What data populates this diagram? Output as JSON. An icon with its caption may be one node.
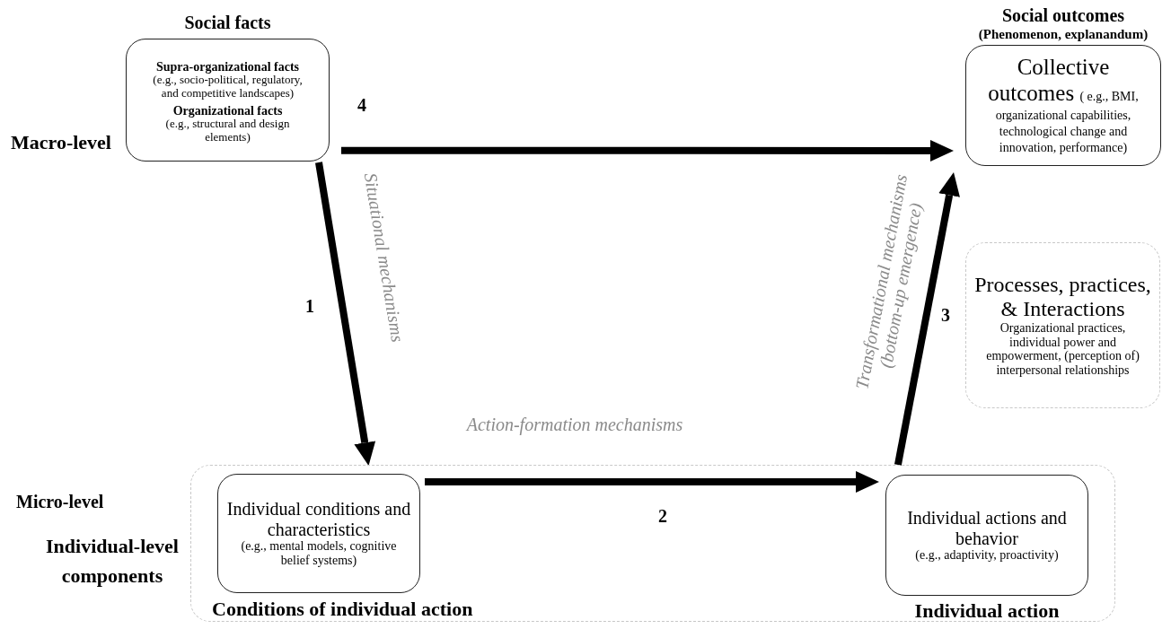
{
  "diagram": {
    "nodes": [
      {
        "text": [
          "Social facts",
          "Supra-organizational facts",
          "(e.g., socio-political, regulatory, and competitive landscapes)",
          "Organizational facts",
          "(e.g., structural and design elements)"
        ]
      },
      {
        "text": [
          "Social outcomes",
          "(Phenomenon, explanandum)",
          "Collective outcomes",
          "( e.g., BMI, organizational capabilities, technological change and innovation, performance)"
        ]
      },
      {
        "text": [
          "Processes, practices, & Interactions",
          "Organizational practices, individual power and empowerment, (perception of) interpersonal relationships"
        ]
      },
      {
        "text": [],
        "shape": "box"
      },
      {
        "text": [
          "Individual conditions and characteristics",
          "(e.g., mental models, cognitive belief systems)"
        ],
        "beside": [
          "Conditions of individual action"
        ],
        "in": 3
      },
      {
        "text": [
          "Individual actions and behavior",
          "(e.g., adaptivity, proactivity)"
        ],
        "beside": [
          "Individual action"
        ],
        "in": 3
      }
    ],
    "edges": [
      {
        "from": 0,
        "to": 4,
        "arrow": "to",
        "label": "Situational mechanisms"
      },
      {
        "from": 4,
        "to": 5,
        "arrow": "to",
        "label": "Action-formation mechanisms"
      },
      {
        "from": 5,
        "to": 1,
        "arrow": "to",
        "label": "Transformational mechanisms (bottom-up emergence)"
      },
      {
        "from": 0,
        "to": 1,
        "arrow": "to"
      }
    ],
    "labels": [
      "Macro-level",
      "4",
      "1",
      "3",
      "Micro-level",
      "2",
      "Individual-level components"
    ]
  }
}
